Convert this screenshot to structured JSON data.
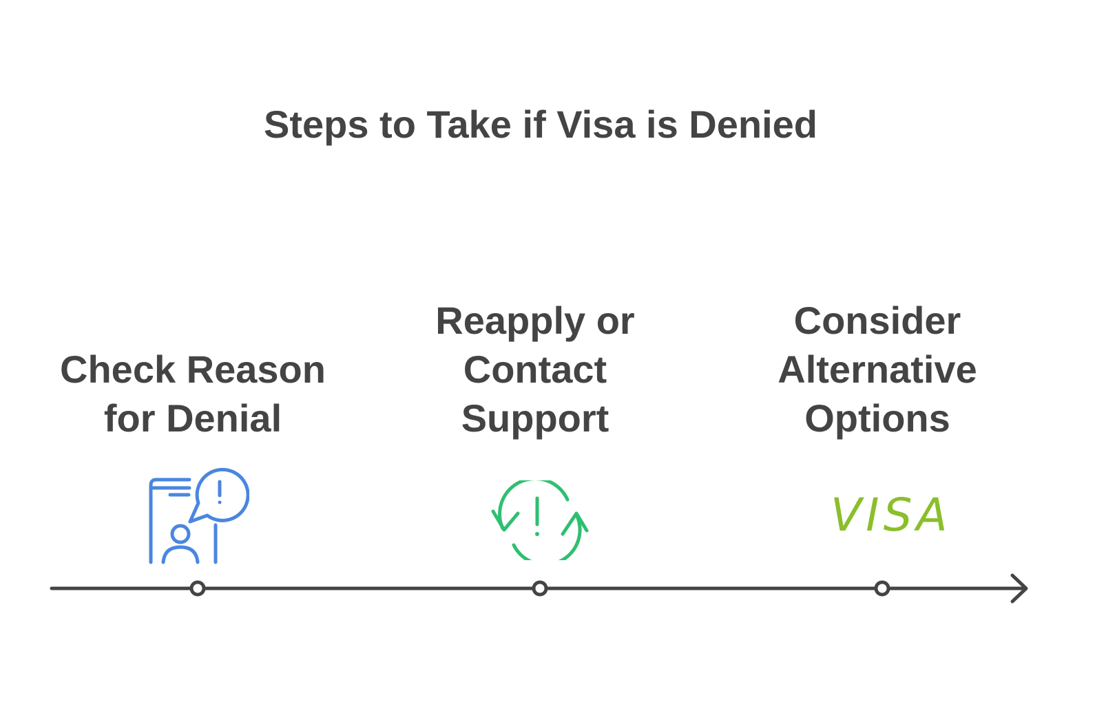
{
  "title": "Steps to Take if Visa is Denied",
  "steps": [
    {
      "label": "Check Reason\nfor Denial",
      "icon": "phone-user-alert-icon",
      "color": "#4a86e0"
    },
    {
      "label": "Reapply or\nContact\nSupport",
      "icon": "refresh-alert-icon",
      "color": "#2fbf71"
    },
    {
      "label": "Consider\nAlternative\nOptions",
      "icon": "visa-logo-icon",
      "color": "#8bbf2a",
      "icon_text": "VISA"
    }
  ],
  "colors": {
    "text": "#444444",
    "timeline": "#444444"
  }
}
